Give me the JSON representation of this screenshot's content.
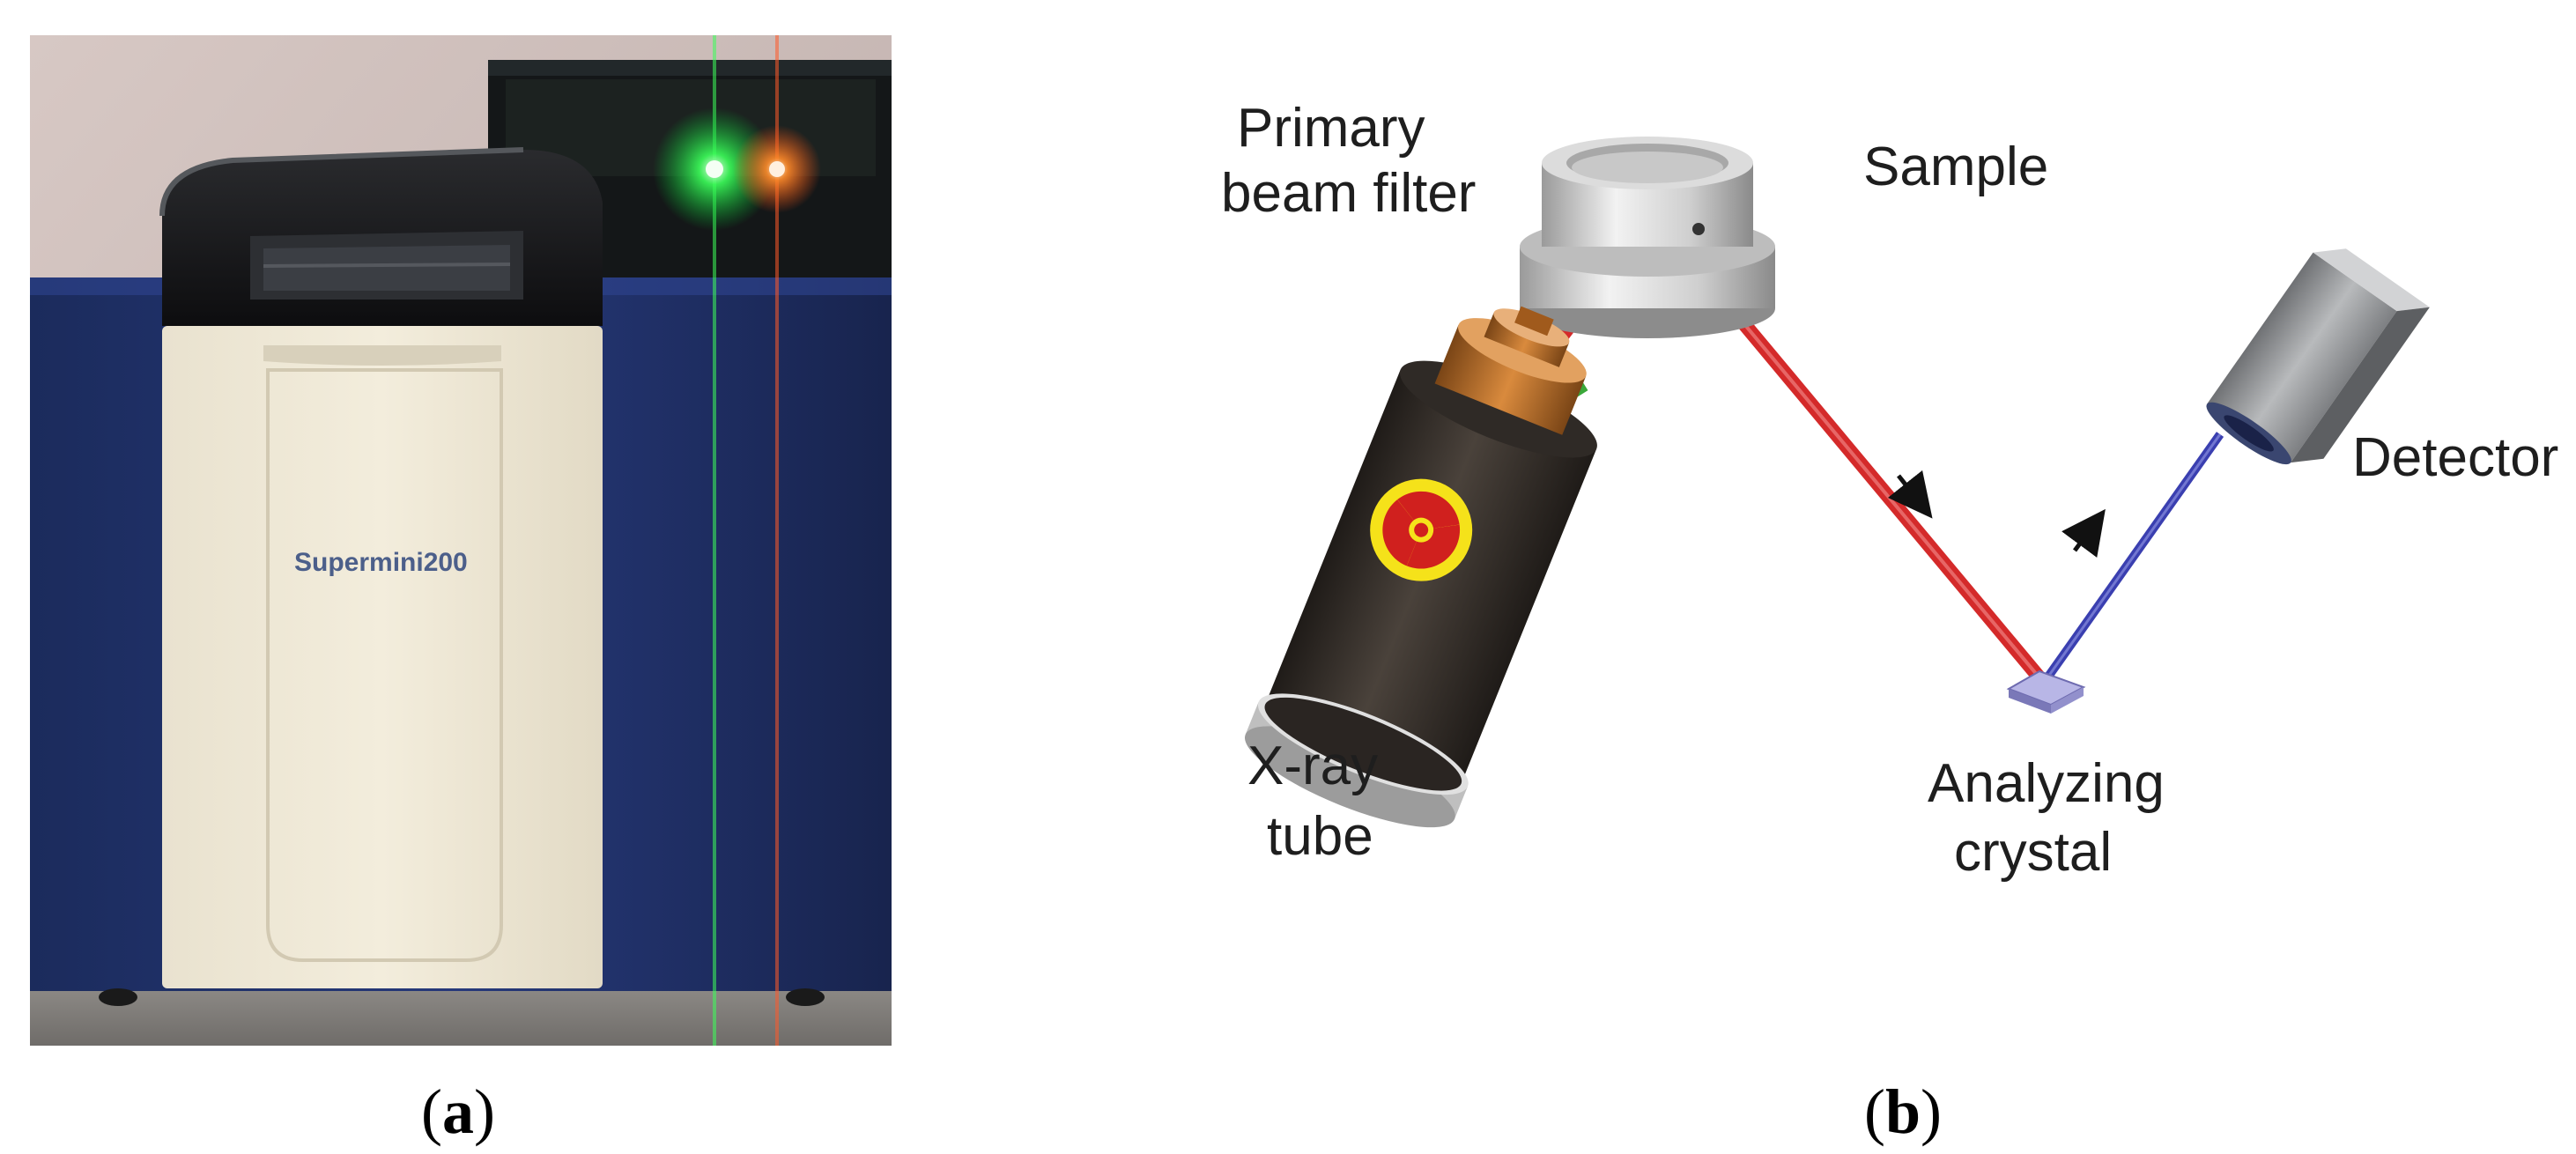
{
  "panel_a": {
    "caption_letter": "a",
    "instrument_logo": "Supermini200"
  },
  "panel_b": {
    "caption_letter": "b",
    "labels": {
      "primary_beam_filter_line1": "Primary",
      "primary_beam_filter_line2": "beam filter",
      "sample": "Sample",
      "detector": "Detector",
      "xray_tube_line1": "X-ray",
      "xray_tube_line2": "tube",
      "analyzing_crystal_line1": "Analyzing",
      "analyzing_crystal_line2": "crystal"
    },
    "colors": {
      "incident_beam": "#d42a2a",
      "diffracted_beam": "#3a3fb0",
      "filter": "#3aa83a",
      "tube_body": "#3a3530",
      "tube_cap": "#b87333",
      "radiation_symbol": "#f5e21a",
      "radiation_blades": "#d0201e"
    }
  }
}
